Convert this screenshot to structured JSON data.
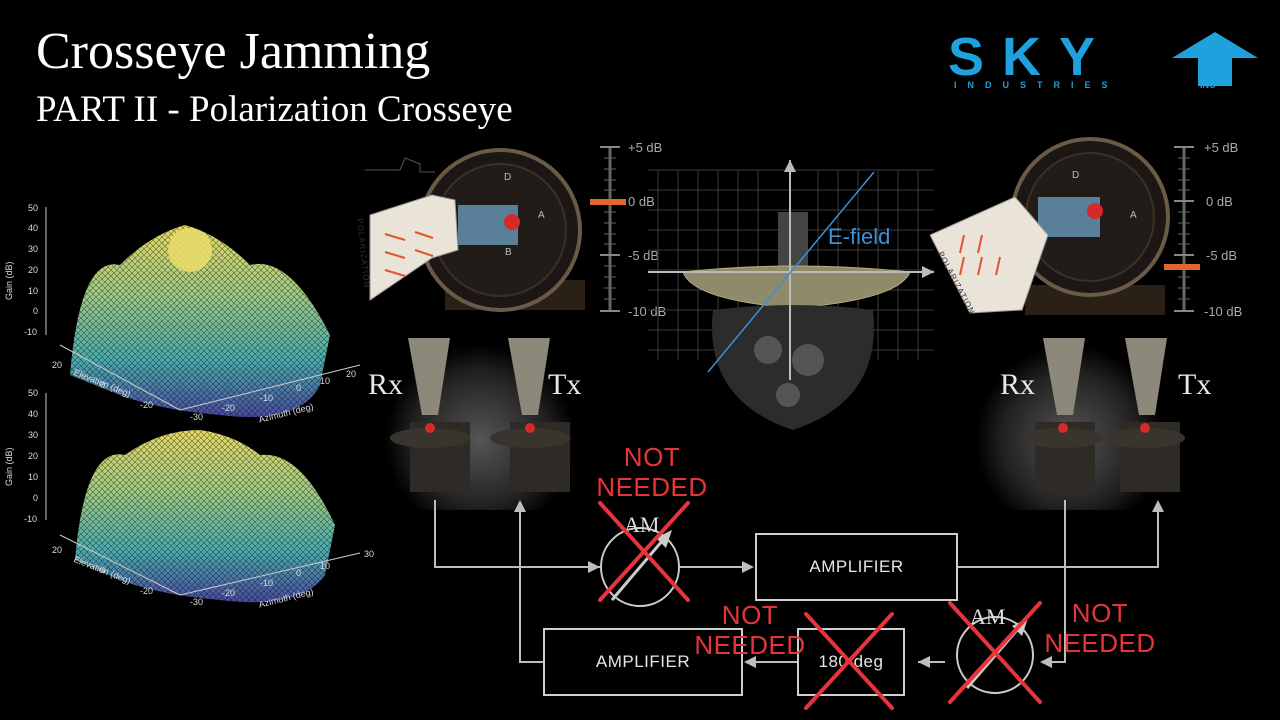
{
  "title": "Crosseye Jamming",
  "subtitle": "PART II - Polarization Crosseye",
  "logo": {
    "text": "SKY",
    "sub": "INDUSTRIES",
    "inc": "INC",
    "color": "#1ea1dc"
  },
  "plots": {
    "gain_axis_label": "Gain (dB)",
    "gain_ticks": [
      "50",
      "40",
      "30",
      "20",
      "10",
      "0",
      "-10"
    ],
    "elevation_label": "Elevation (deg)",
    "elevation_ticks": [
      "20",
      "0",
      "-20"
    ],
    "azimuth_label": "Azimuth (deg)",
    "azimuth_ticks": [
      "-30",
      "-20",
      "-10",
      "0",
      "10",
      "20",
      "30"
    ]
  },
  "horns": {
    "polarization_label": "POLARIZATION",
    "dial_marks": [
      "D",
      "A",
      "B"
    ]
  },
  "gauges": {
    "left": {
      "ticks": [
        "+5 dB",
        "0 dB",
        "-5 dB",
        "-10 dB"
      ],
      "marker_db": 0
    },
    "right": {
      "ticks": [
        "+5 dB",
        "0 dB",
        "-5 dB",
        "-10 dB"
      ],
      "marker_db": -6
    },
    "marker_color": "#e0682a"
  },
  "center": {
    "efield_label": "E-field"
  },
  "antennas": {
    "rx_label": "Rx",
    "tx_label": "Tx"
  },
  "circuit": {
    "amplifier_top": "AMPLIFIER",
    "amplifier_bottom": "AMPLIFIER",
    "phase_shifter": "180 deg",
    "am_label": "AM",
    "not_needed_1": [
      "NOT",
      "NEEDED"
    ],
    "not_needed_2": [
      "NOT",
      "NEEDED"
    ],
    "not_needed_3": [
      "NOT",
      "NEEDED"
    ],
    "cross_color": "#e5353a"
  }
}
